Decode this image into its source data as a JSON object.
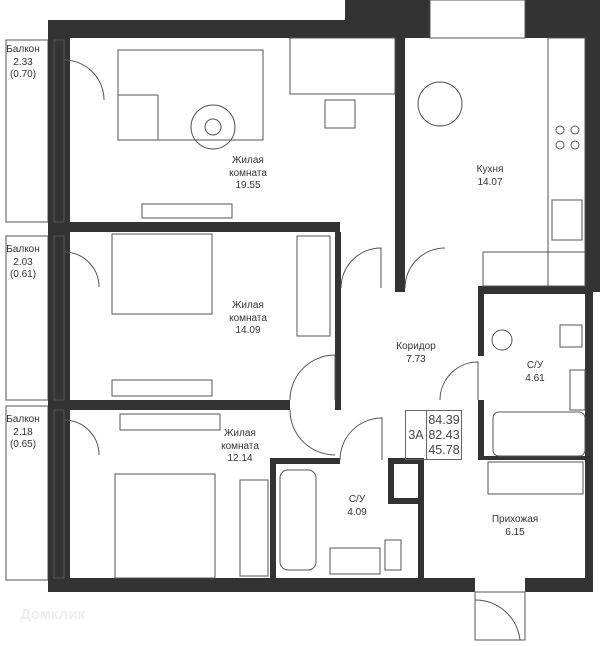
{
  "rooms": {
    "balcony1": {
      "name": "Балкон",
      "area": "2.33",
      "sub": "(0.70)"
    },
    "balcony2": {
      "name": "Балкон",
      "area": "2.03",
      "sub": "(0.61)"
    },
    "balcony3": {
      "name": "Балкон",
      "area": "2.18",
      "sub": "(0.65)"
    },
    "living1": {
      "name1": "Жилая",
      "name2": "комната",
      "area": "19.55"
    },
    "kitchen": {
      "name": "Кухня",
      "area": "14.07"
    },
    "living2": {
      "name1": "Жилая",
      "name2": "комната",
      "area": "14.09"
    },
    "corridor": {
      "name": "Коридор",
      "area": "7.73"
    },
    "bath1": {
      "name": "С/У",
      "area": "4.61"
    },
    "living3": {
      "name1": "Жилая",
      "name2": "комната",
      "area": "12.14"
    },
    "bath2": {
      "name": "С/У",
      "area": "4.09"
    },
    "hall": {
      "name": "Прихожая",
      "area": "6.15"
    }
  },
  "apartment": {
    "type": "3A",
    "total": "84.39",
    "total2": "82.43",
    "living": "45.78"
  },
  "watermark": "Домклик"
}
